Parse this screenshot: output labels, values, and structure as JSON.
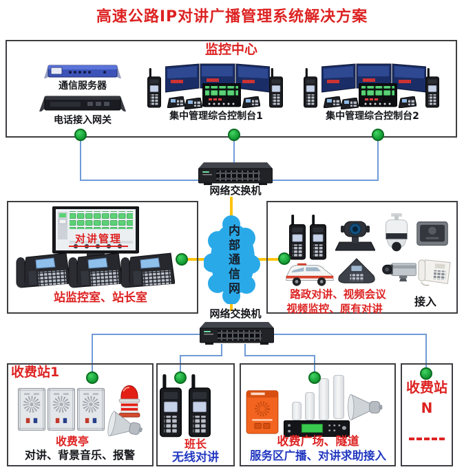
{
  "title": "高速公路IP对讲广播管理系统解决方案",
  "colors": {
    "accent_red": "#dd2222",
    "text_blue": "#2238c0",
    "line_blue": "#6f9bd6",
    "line_yellow": "#ffc20e",
    "cloud_blue": "#2aa9e8",
    "node_green": "#18a238"
  },
  "monitoring_center": {
    "label": "监控中心",
    "server_label": "通信服务器",
    "gateway_label": "电话接入网关",
    "console1_label": "集中管理综合控制台1",
    "console2_label": "集中管理综合控制台2"
  },
  "network": {
    "switch_top_label": "网络交换机",
    "switch_bottom_label": "网络交换机",
    "cloud_label": "内部通信网"
  },
  "station_rooms": {
    "screen_label": "对讲管理",
    "label": "站监控室、站长室"
  },
  "access_devices": {
    "line1": "路政对讲、视频会议",
    "line2": "视频监控、原有对讲",
    "suffix": "接入"
  },
  "toll_station_1": {
    "title": "收费站1",
    "booth_label": "收费亭",
    "booth_desc": "对讲、背景音乐、报警"
  },
  "squad": {
    "label_red": "班长",
    "label_blue": "无线对讲"
  },
  "plaza": {
    "label_red": "收费广场、隧道",
    "label_blue": "服务区广播、对讲求助接入"
  },
  "toll_station_n": {
    "title_top": "收费站",
    "title_bottom": "N"
  }
}
